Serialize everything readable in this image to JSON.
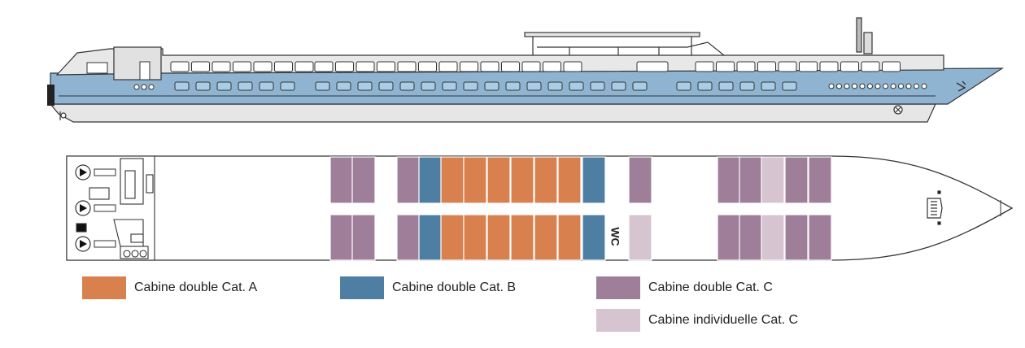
{
  "colors": {
    "cat_a": "#d9804f",
    "cat_b": "#4e7fa3",
    "cat_c": "#9e7e98",
    "single_c": "#d6c4d0",
    "hull_blue": "#8fb4d2",
    "hull_grey": "#d9d9d9",
    "window_blue": "#a9cde6",
    "line": "#333333"
  },
  "plan": {
    "wc_label": "WC"
  },
  "legend": [
    {
      "key": "cat_a",
      "label": "Cabine double Cat. A"
    },
    {
      "key": "cat_b",
      "label": "Cabine double Cat. B"
    },
    {
      "key": "cat_c",
      "label": "Cabine double Cat. C"
    },
    {
      "key": "single_c",
      "label": "Cabine individuelle Cat. C"
    }
  ]
}
